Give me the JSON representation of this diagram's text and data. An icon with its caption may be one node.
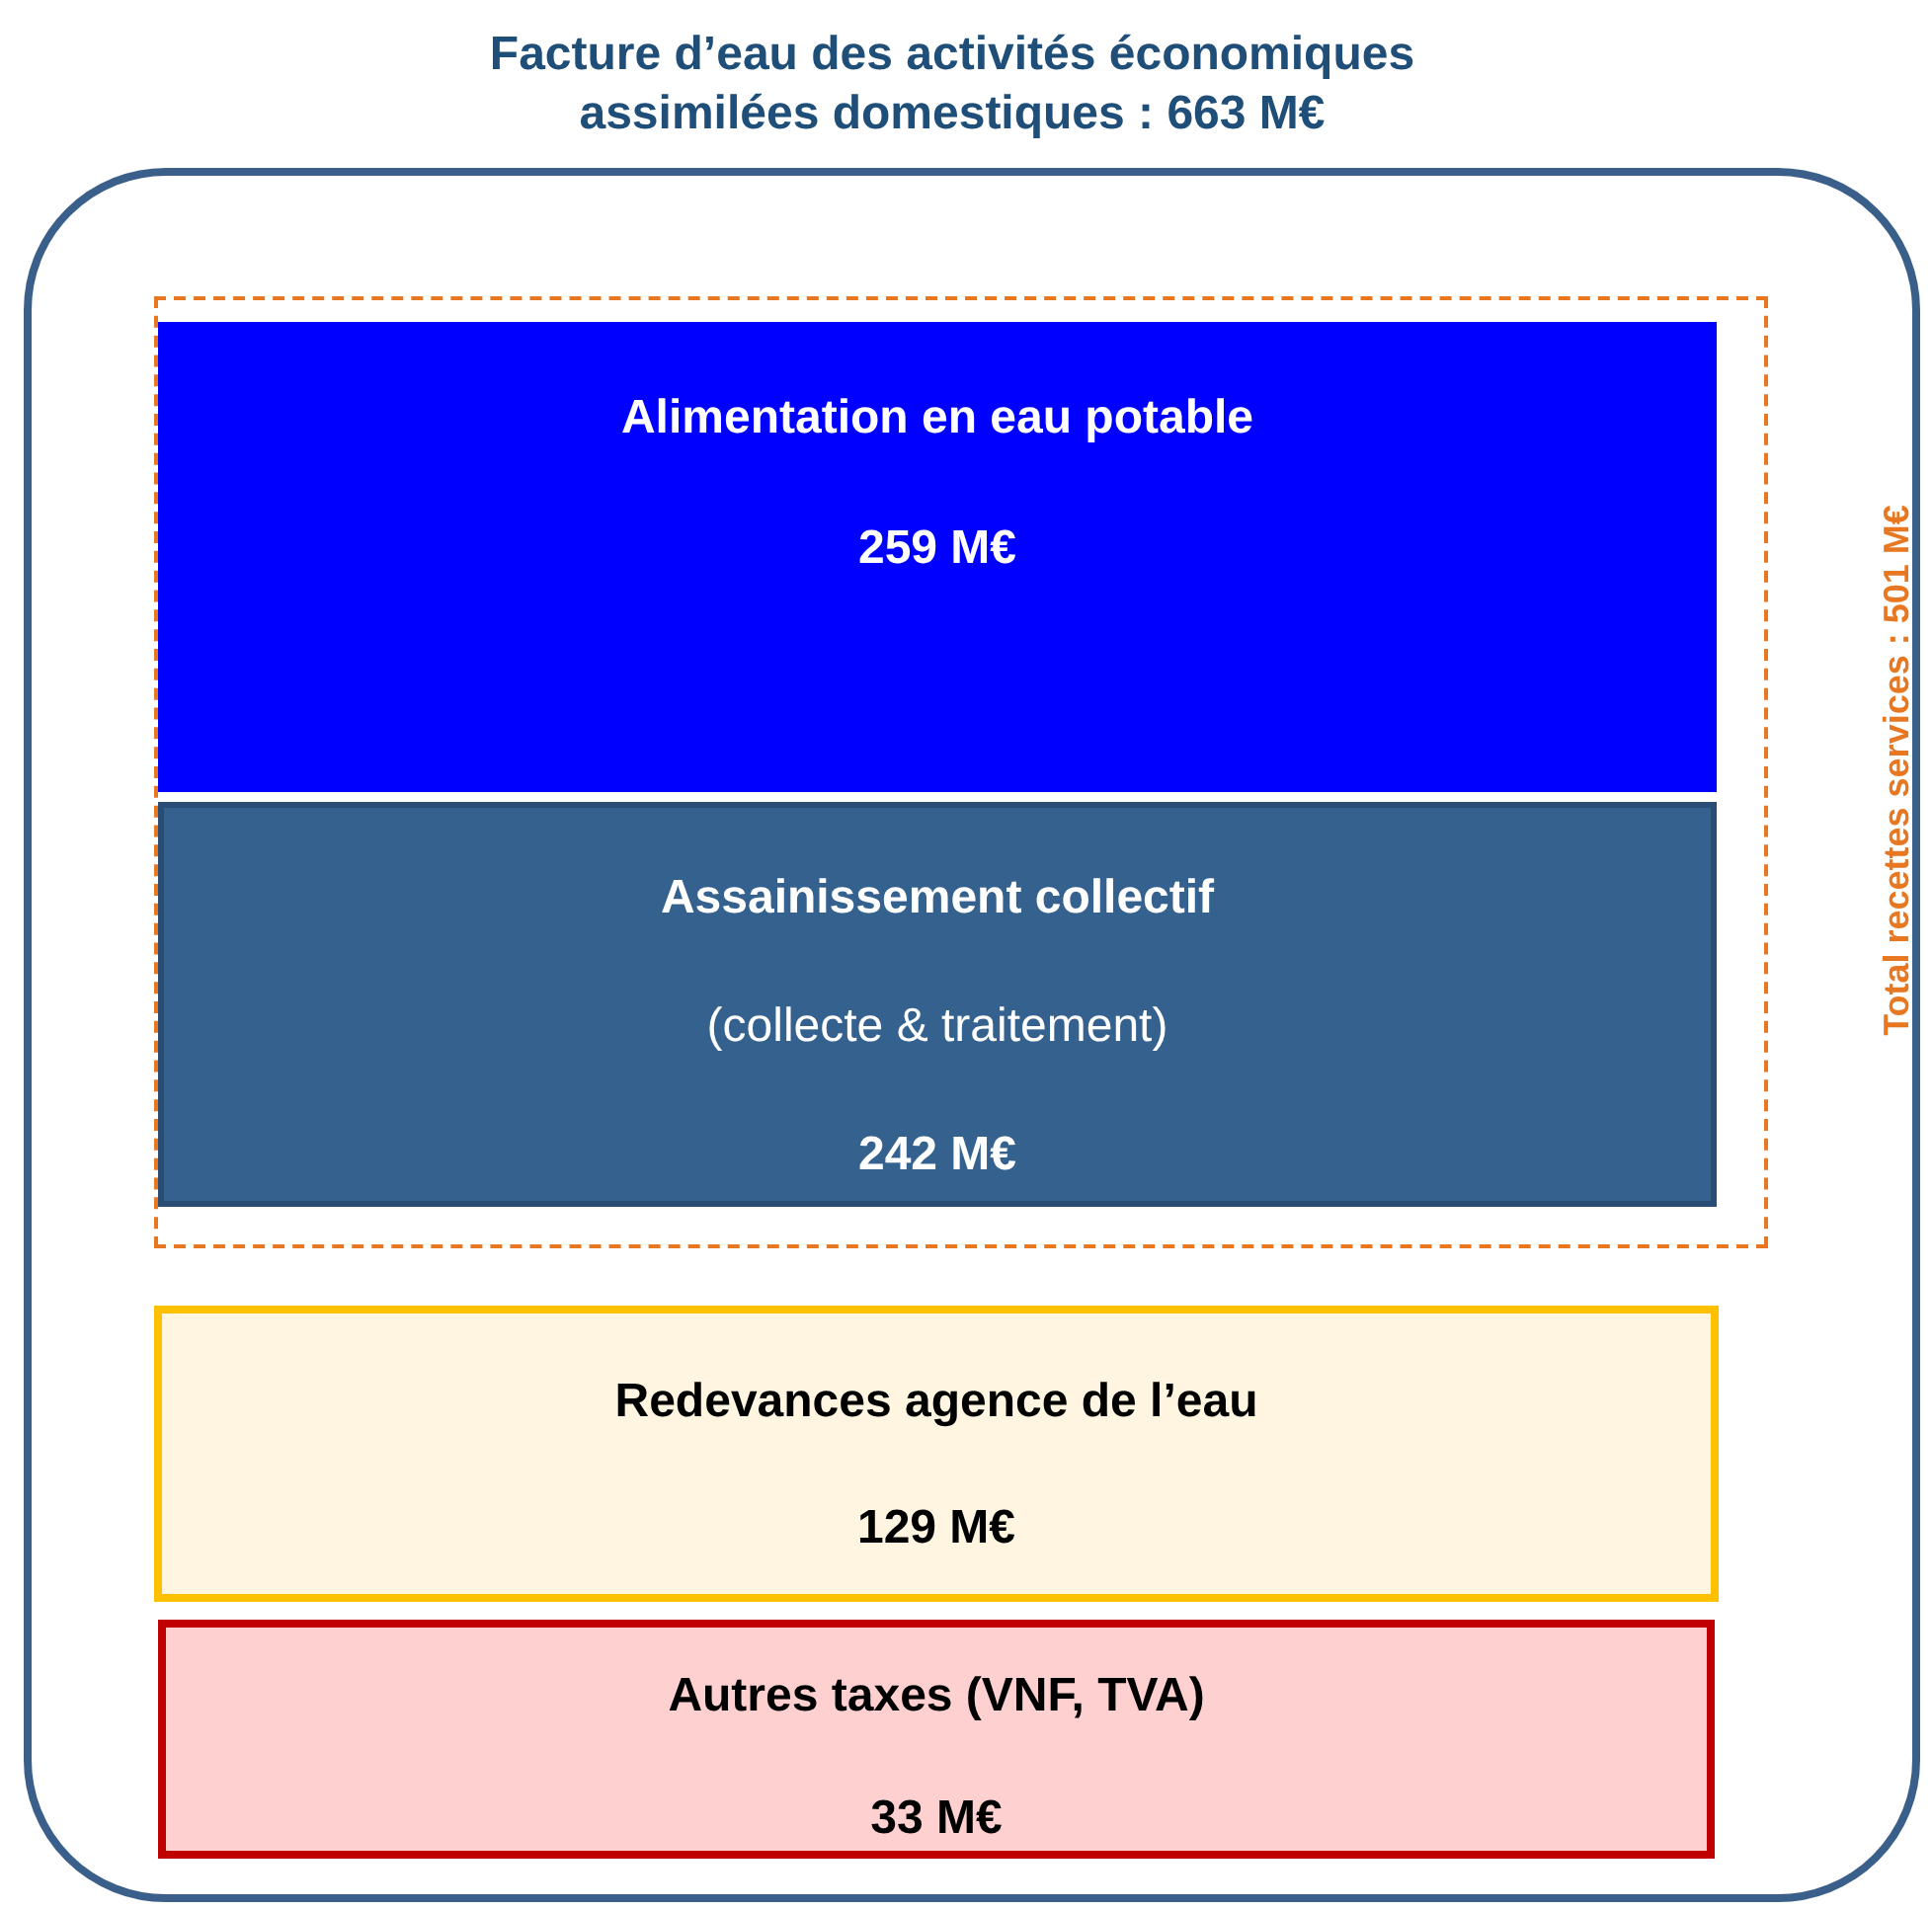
{
  "diagram": {
    "nodes": [
      {
        "text": [
          "Facture d’eau des activités économiques assimilées domestiques : 663 M€"
        ]
      },
      {
        "text": [
          "Total recettes services : 501 M€"
        ],
        "in": 0
      },
      {
        "text": [
          "Alimentation en eau potable",
          "259 M€"
        ],
        "in": 1
      },
      {
        "text": [
          "Assainissement collectif",
          "(collecte & traitement)",
          "242 M€"
        ],
        "in": 1
      },
      {
        "text": [
          "Redevances agence de l’eau",
          "129 M€"
        ],
        "in": 0
      },
      {
        "text": [
          "Autres taxes (VNF, TVA)",
          "33 M€"
        ],
        "in": 0
      }
    ]
  }
}
